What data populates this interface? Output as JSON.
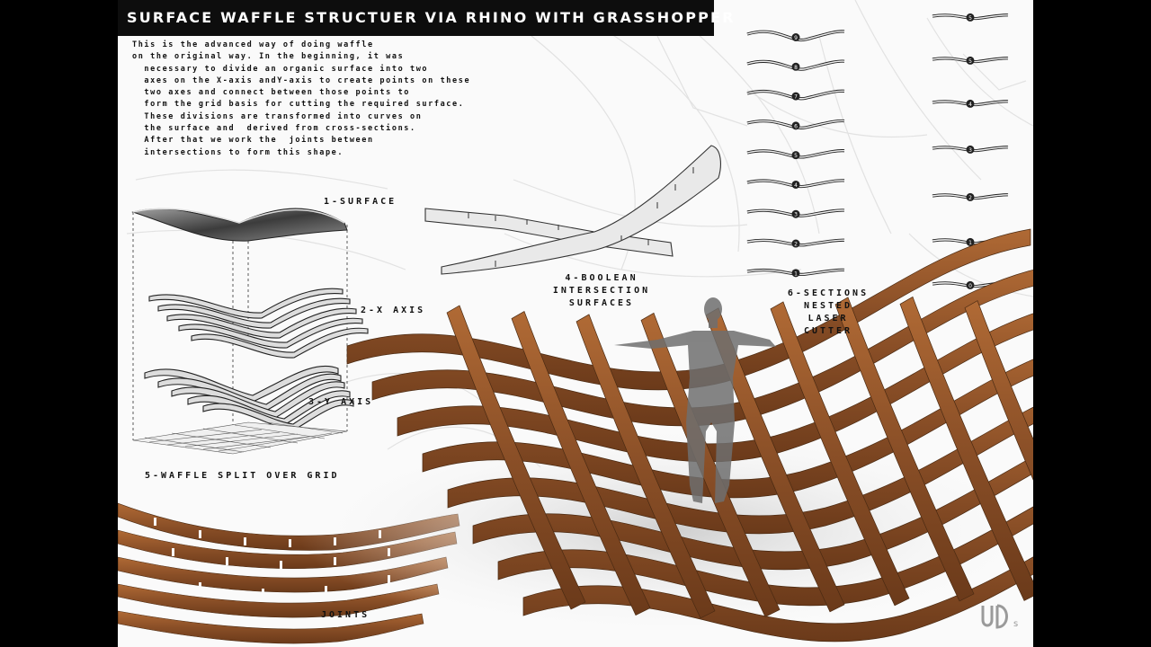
{
  "title": "SURFACE WAFFLE STRUCTUER VIA RHINO WITH GRASSHOPPER",
  "intro_lines": [
    "This is the advanced way of doing waffle",
    "on the original way. In the beginning, it was",
    "  necessary to divide an organic surface into two",
    "  axes on the X-axis andY-axis to create points on these",
    "  two axes and connect between those points to",
    "  form the grid basis for cutting the required surface.",
    "  These divisions are transformed into curves on",
    "  the surface and  derived from cross-sections.",
    "  After that we work the  joints between",
    "  intersections to form this shape."
  ],
  "labels": {
    "surface": "1-SURFACE",
    "x_axis": "2-X AXIS",
    "y_axis": "3-Y AXIS",
    "boolean": [
      "4-BOOLEAN",
      "INTERSECTION",
      "SURFACES"
    ],
    "waffle_split": "5-WAFFLE SPLIT OVER GRID",
    "sections": [
      "6-SECTIONS",
      "NESTED",
      "LASER",
      "CUTTER"
    ],
    "joints": "JOINTS"
  },
  "section_numbers_left": [
    "9",
    "8",
    "7",
    "6",
    "5",
    "4",
    "3",
    "2",
    "1"
  ],
  "section_numbers_right": [
    "5",
    "5",
    "4",
    "3",
    "2",
    "1",
    "0"
  ],
  "logo": "UDs",
  "colors": {
    "wood": "#8a4f27",
    "wood_light": "#b06a35",
    "wood_dark": "#5e3416",
    "title_bg": "#0d0d0d",
    "silhouette": "#6f6f6f"
  }
}
